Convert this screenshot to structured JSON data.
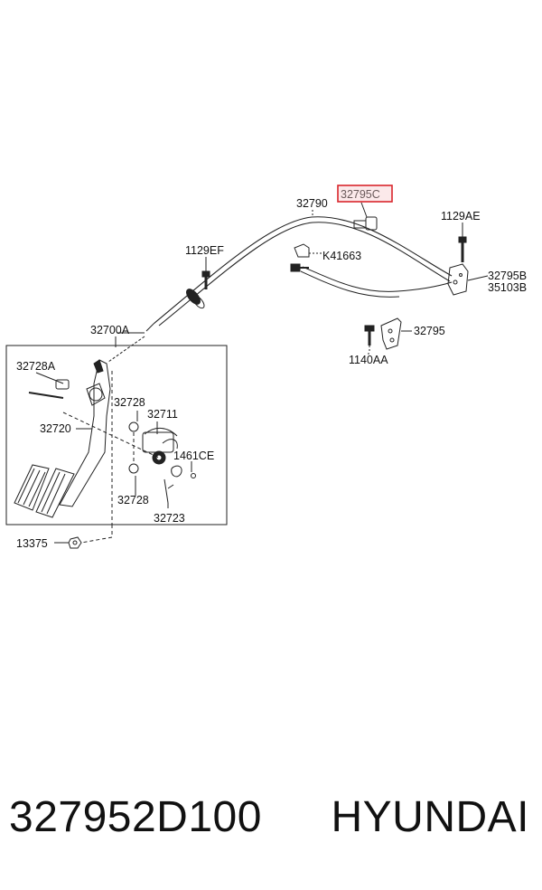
{
  "labels": {
    "l_32790": "32790",
    "l_32795c": "32795C",
    "l_1129ae": "1129AE",
    "l_1129ef": "1129EF",
    "l_k41663": "K41663",
    "l_32795b": "32795B",
    "l_35103b": "35103B",
    "l_32795": "32795",
    "l_1140aa": "1140AA",
    "l_32700a": "32700A",
    "l_32728a": "32728A",
    "l_32728_top": "32728",
    "l_32711": "32711",
    "l_32720": "32720",
    "l_1461ce": "1461CE",
    "l_32728_bottom": "32728",
    "l_32723": "32723",
    "l_13375": "13375"
  },
  "caption": {
    "part_number": "327952D100",
    "brand": "HYUNDAI"
  },
  "colors": {
    "line": "#222222",
    "highlight_border": "#d9262c",
    "highlight_fill": "#fbe9ea",
    "highlight_text": "#6a5a5a"
  }
}
